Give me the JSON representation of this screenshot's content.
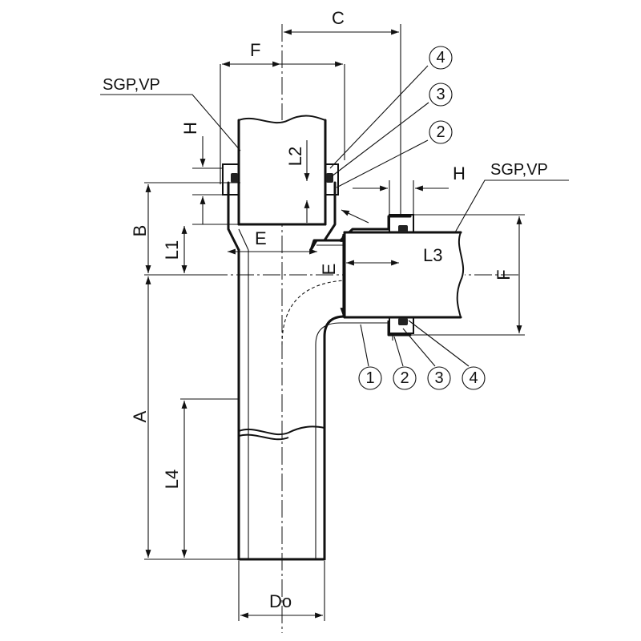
{
  "dimensions": {
    "A": "A",
    "B": "B",
    "C": "C",
    "Do": "Do",
    "E": "E",
    "F": "F",
    "H": "H",
    "L1": "L1",
    "L2": "L2",
    "L3": "L3",
    "L4": "L4"
  },
  "pipe_labels": {
    "top": "SGP,VP",
    "side": "SGP,VP"
  },
  "part_numbers": [
    "1",
    "2",
    "3",
    "4"
  ]
}
